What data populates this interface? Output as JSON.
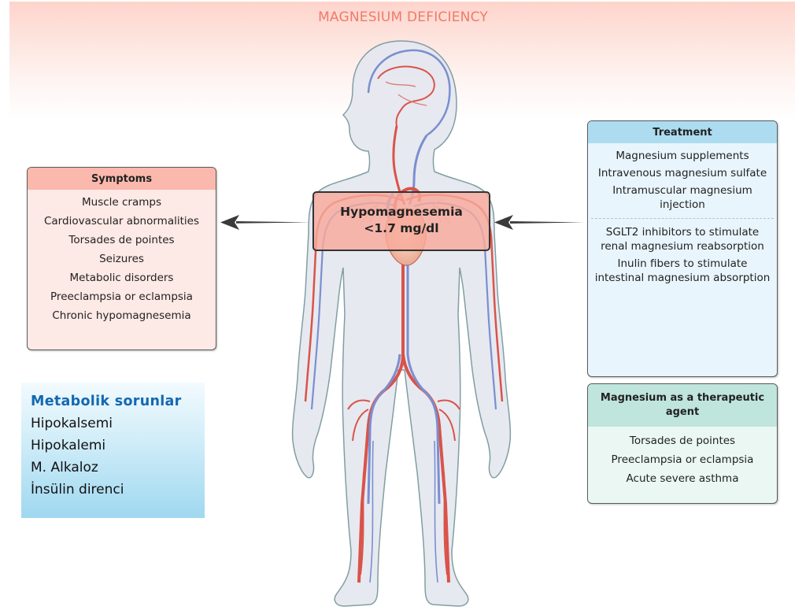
{
  "title": "MAGNESIUM DEFICIENCY",
  "central": {
    "line1": "Hypomagnesemia",
    "line2": "<1.7 mg/dl"
  },
  "symptoms": {
    "header": "Symptoms",
    "items": [
      "Muscle cramps",
      "Cardiovascular abnormalities",
      "Torsades de pointes",
      "Seizures",
      "Metabolic disorders",
      "Preeclampsia or eclampsia",
      "Chronic hypomagnesemia"
    ]
  },
  "treatment": {
    "header": "Treatment",
    "items": [
      "Magnesium supplements",
      "Intravenous magnesium sulfate",
      "Intramuscular magnesium injection"
    ],
    "items_after_divider": [
      "SGLT2 inhibitors to stimulate renal magnesium reabsorption",
      "Inulin fibers to stimulate intestinal magnesium absorption"
    ]
  },
  "therapeutic": {
    "header": "Magnesium as a therapeutic agent",
    "items": [
      "Torsades de pointes",
      "Preeclampsia or eclampsia",
      "Acute severe asthma"
    ]
  },
  "metabolic": {
    "header": "Metabolik sorunlar",
    "items": [
      "Hipokalsemi",
      "Hipokalemi",
      "M. Alkaloz",
      "İnsülin direnci"
    ]
  },
  "colors": {
    "title": "#ef7b68",
    "symptoms_header": "#fbb8ad",
    "treatment_header": "#addcf0",
    "therapeutic_header": "#bfe5dd",
    "central_box": "#f8aa9b",
    "metabolic_header": "#1369b2",
    "artery": "#d9534a",
    "vein": "#7a8fd0"
  }
}
